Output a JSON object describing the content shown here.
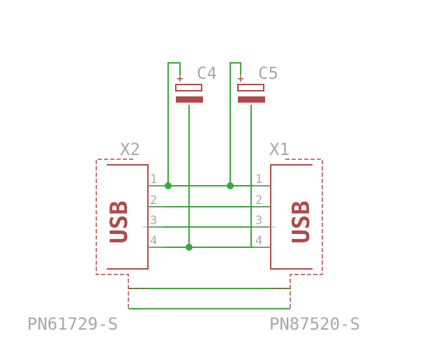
{
  "components": {
    "cap_c4": {
      "name": "C4",
      "polarity": "+"
    },
    "cap_c5": {
      "name": "C5",
      "polarity": "+"
    },
    "conn_x2": {
      "name": "X2",
      "value": "PN61729-S",
      "body_text": "USB",
      "pins": [
        "1",
        "2",
        "3",
        "4"
      ]
    },
    "conn_x1": {
      "name": "X1",
      "value": "PN87520-S",
      "body_text": "USB",
      "pins": [
        "1",
        "2",
        "3",
        "4"
      ]
    }
  },
  "colors": {
    "net": "#3da63d",
    "symbol": "#b04a4a",
    "label": "#a8a8a8"
  }
}
